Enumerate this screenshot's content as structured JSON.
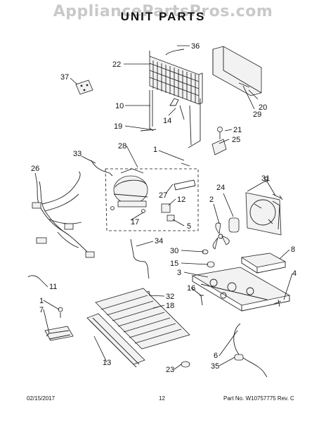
{
  "watermark": "AppliancePartsPros.com",
  "title": "UNIT PARTS",
  "footer": {
    "date": "02/15/2017",
    "page": "12",
    "part_info": "Part No. W10757775  Rev. C"
  },
  "callouts": [
    "36",
    "22",
    "37",
    "20",
    "29",
    "10",
    "14",
    "21",
    "25",
    "19",
    "33",
    "28",
    "1",
    "26",
    "31",
    "9",
    "27",
    "24",
    "12",
    "2",
    "17",
    "5",
    "34",
    "8",
    "30",
    "15",
    "3",
    "4",
    "11",
    "16",
    "32",
    "18",
    "1",
    "7",
    "6",
    "35",
    "13",
    "23"
  ]
}
